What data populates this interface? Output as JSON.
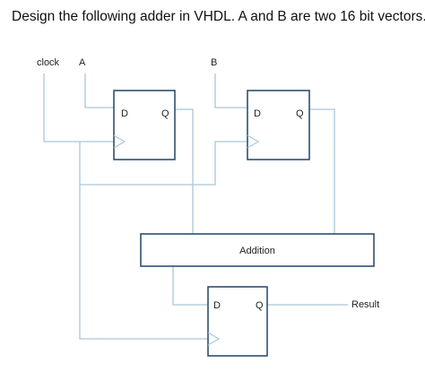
{
  "question": "Design the following adder in VHDL. A and B are two 16 bit vectors.",
  "inputs": {
    "clock": "clock",
    "a": "A",
    "b": "B"
  },
  "flipflop_a": {
    "d": "D",
    "q": "Q"
  },
  "flipflop_b": {
    "d": "D",
    "q": "Q"
  },
  "adder": {
    "label": "Addition"
  },
  "flipflop_out": {
    "d": "D",
    "q": "Q"
  },
  "output": {
    "label": "Result"
  },
  "colors": {
    "wire": "#a9c8d6",
    "box_border": "#2f4f6f"
  }
}
